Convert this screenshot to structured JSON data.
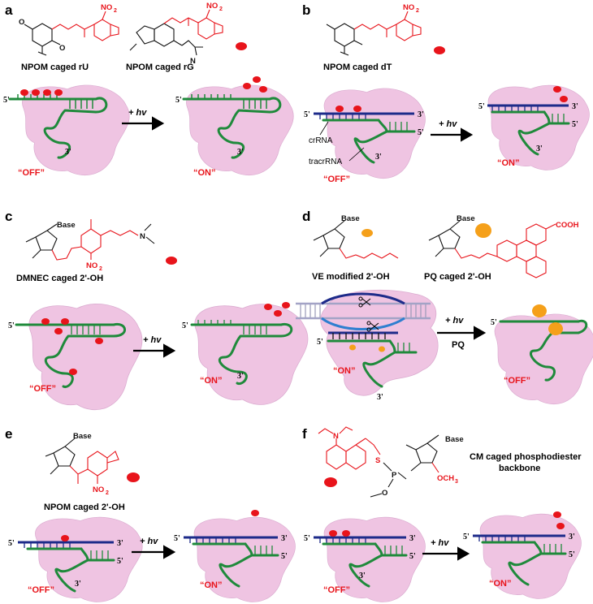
{
  "panels": {
    "a": {
      "label": "a",
      "caption1": "NPOM caged rU",
      "caption2": "NPOM caged rG",
      "off": "“OFF”",
      "on": "“ON”",
      "light": "+ hv",
      "five": "5'",
      "three": "3'",
      "no2": "NO",
      "sub2": "2",
      "o": "O",
      "n": "N",
      "n2": "N"
    },
    "b": {
      "label": "b",
      "caption": "NPOM caged dT",
      "crrna": "crRNA",
      "tracrrna": "tracrRNA",
      "off": "“OFF”",
      "on": "“ON”",
      "light": "+ hv",
      "five": "5'",
      "three": "3'",
      "no2": "NO",
      "sub2": "2"
    },
    "c": {
      "label": "c",
      "caption": "DMNEC caged 2'-OH",
      "base": "Base",
      "off": "“OFF”",
      "on": "“ON”",
      "light": "+ hv",
      "five": "5'",
      "three": "3'",
      "no2": "NO",
      "sub2": "2",
      "n": "N"
    },
    "d": {
      "label": "d",
      "caption1": "VE modified 2'-OH",
      "caption2": "PQ caged 2'-OH",
      "base1": "Base",
      "base2": "Base",
      "cooh": "COOH",
      "on": "“ON”",
      "off": "“OFF”",
      "light": "+ hv",
      "pq": "PQ",
      "five": "5'",
      "three": "3'"
    },
    "e": {
      "label": "e",
      "caption": "NPOM caged 2'-OH",
      "base": "Base",
      "off": "“OFF”",
      "on": "“ON”",
      "light": "+ hv",
      "five": "5'",
      "three": "3'",
      "no2": "NO",
      "sub2": "2"
    },
    "f": {
      "label": "f",
      "caption_line1": "CM caged phosphodiester",
      "caption_line2": "backbone",
      "base": "Base",
      "och3": "OCH",
      "sub3": "3",
      "s": "S",
      "p": "P",
      "o": "O",
      "n": "N",
      "off": "“OFF”",
      "on": "“ON”",
      "light": "+ hv",
      "five": "5'",
      "three": "3'"
    }
  },
  "colors": {
    "cage": "#e8141b",
    "guide": "#1f8a3b",
    "target": "#1d2b8a",
    "cas": "#eebfe0",
    "pq": "#f5a01a"
  }
}
